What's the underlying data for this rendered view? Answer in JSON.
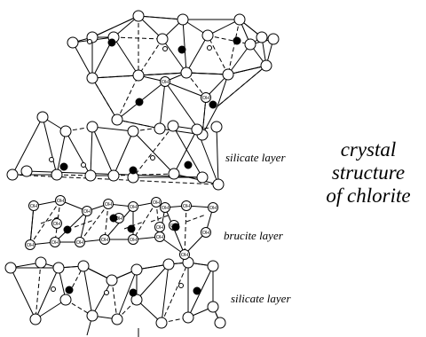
{
  "labels": {
    "silicate_top": "silicate layer",
    "brucite": "brucite layer",
    "silicate_bottom": "silicate layer",
    "hydroxyl": "OH"
  },
  "title": {
    "line1": "crystal",
    "line2": "structure",
    "line3": "of chlorite"
  },
  "colors": {
    "ink": "#000000",
    "background": "#ffffff"
  }
}
